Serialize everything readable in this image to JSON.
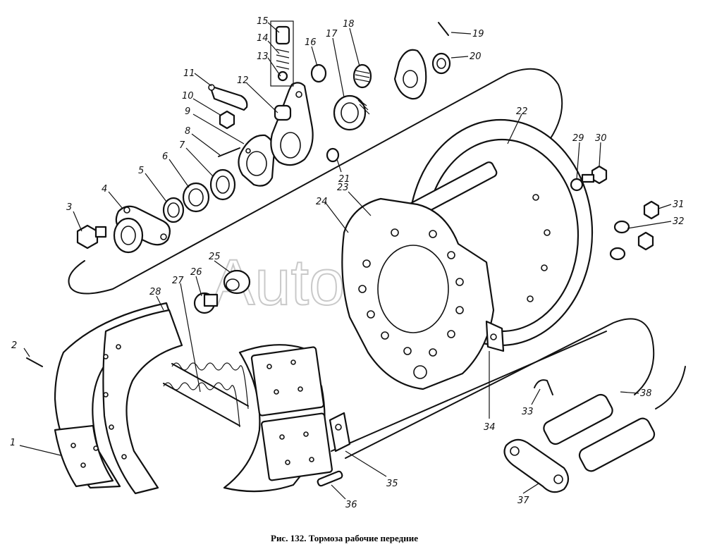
{
  "figure": {
    "caption": "Рис. 132. Тормоза рабочие передние",
    "watermark": "AutoSoft",
    "callouts": [
      "1",
      "2",
      "3",
      "4",
      "5",
      "6",
      "7",
      "8",
      "9",
      "10",
      "11",
      "12",
      "13",
      "14",
      "15",
      "16",
      "17",
      "18",
      "19",
      "20",
      "21",
      "22",
      "23",
      "24",
      "25",
      "26",
      "27",
      "28",
      "29",
      "30",
      "31",
      "32",
      "33",
      "34",
      "35",
      "36",
      "37",
      "38"
    ]
  }
}
